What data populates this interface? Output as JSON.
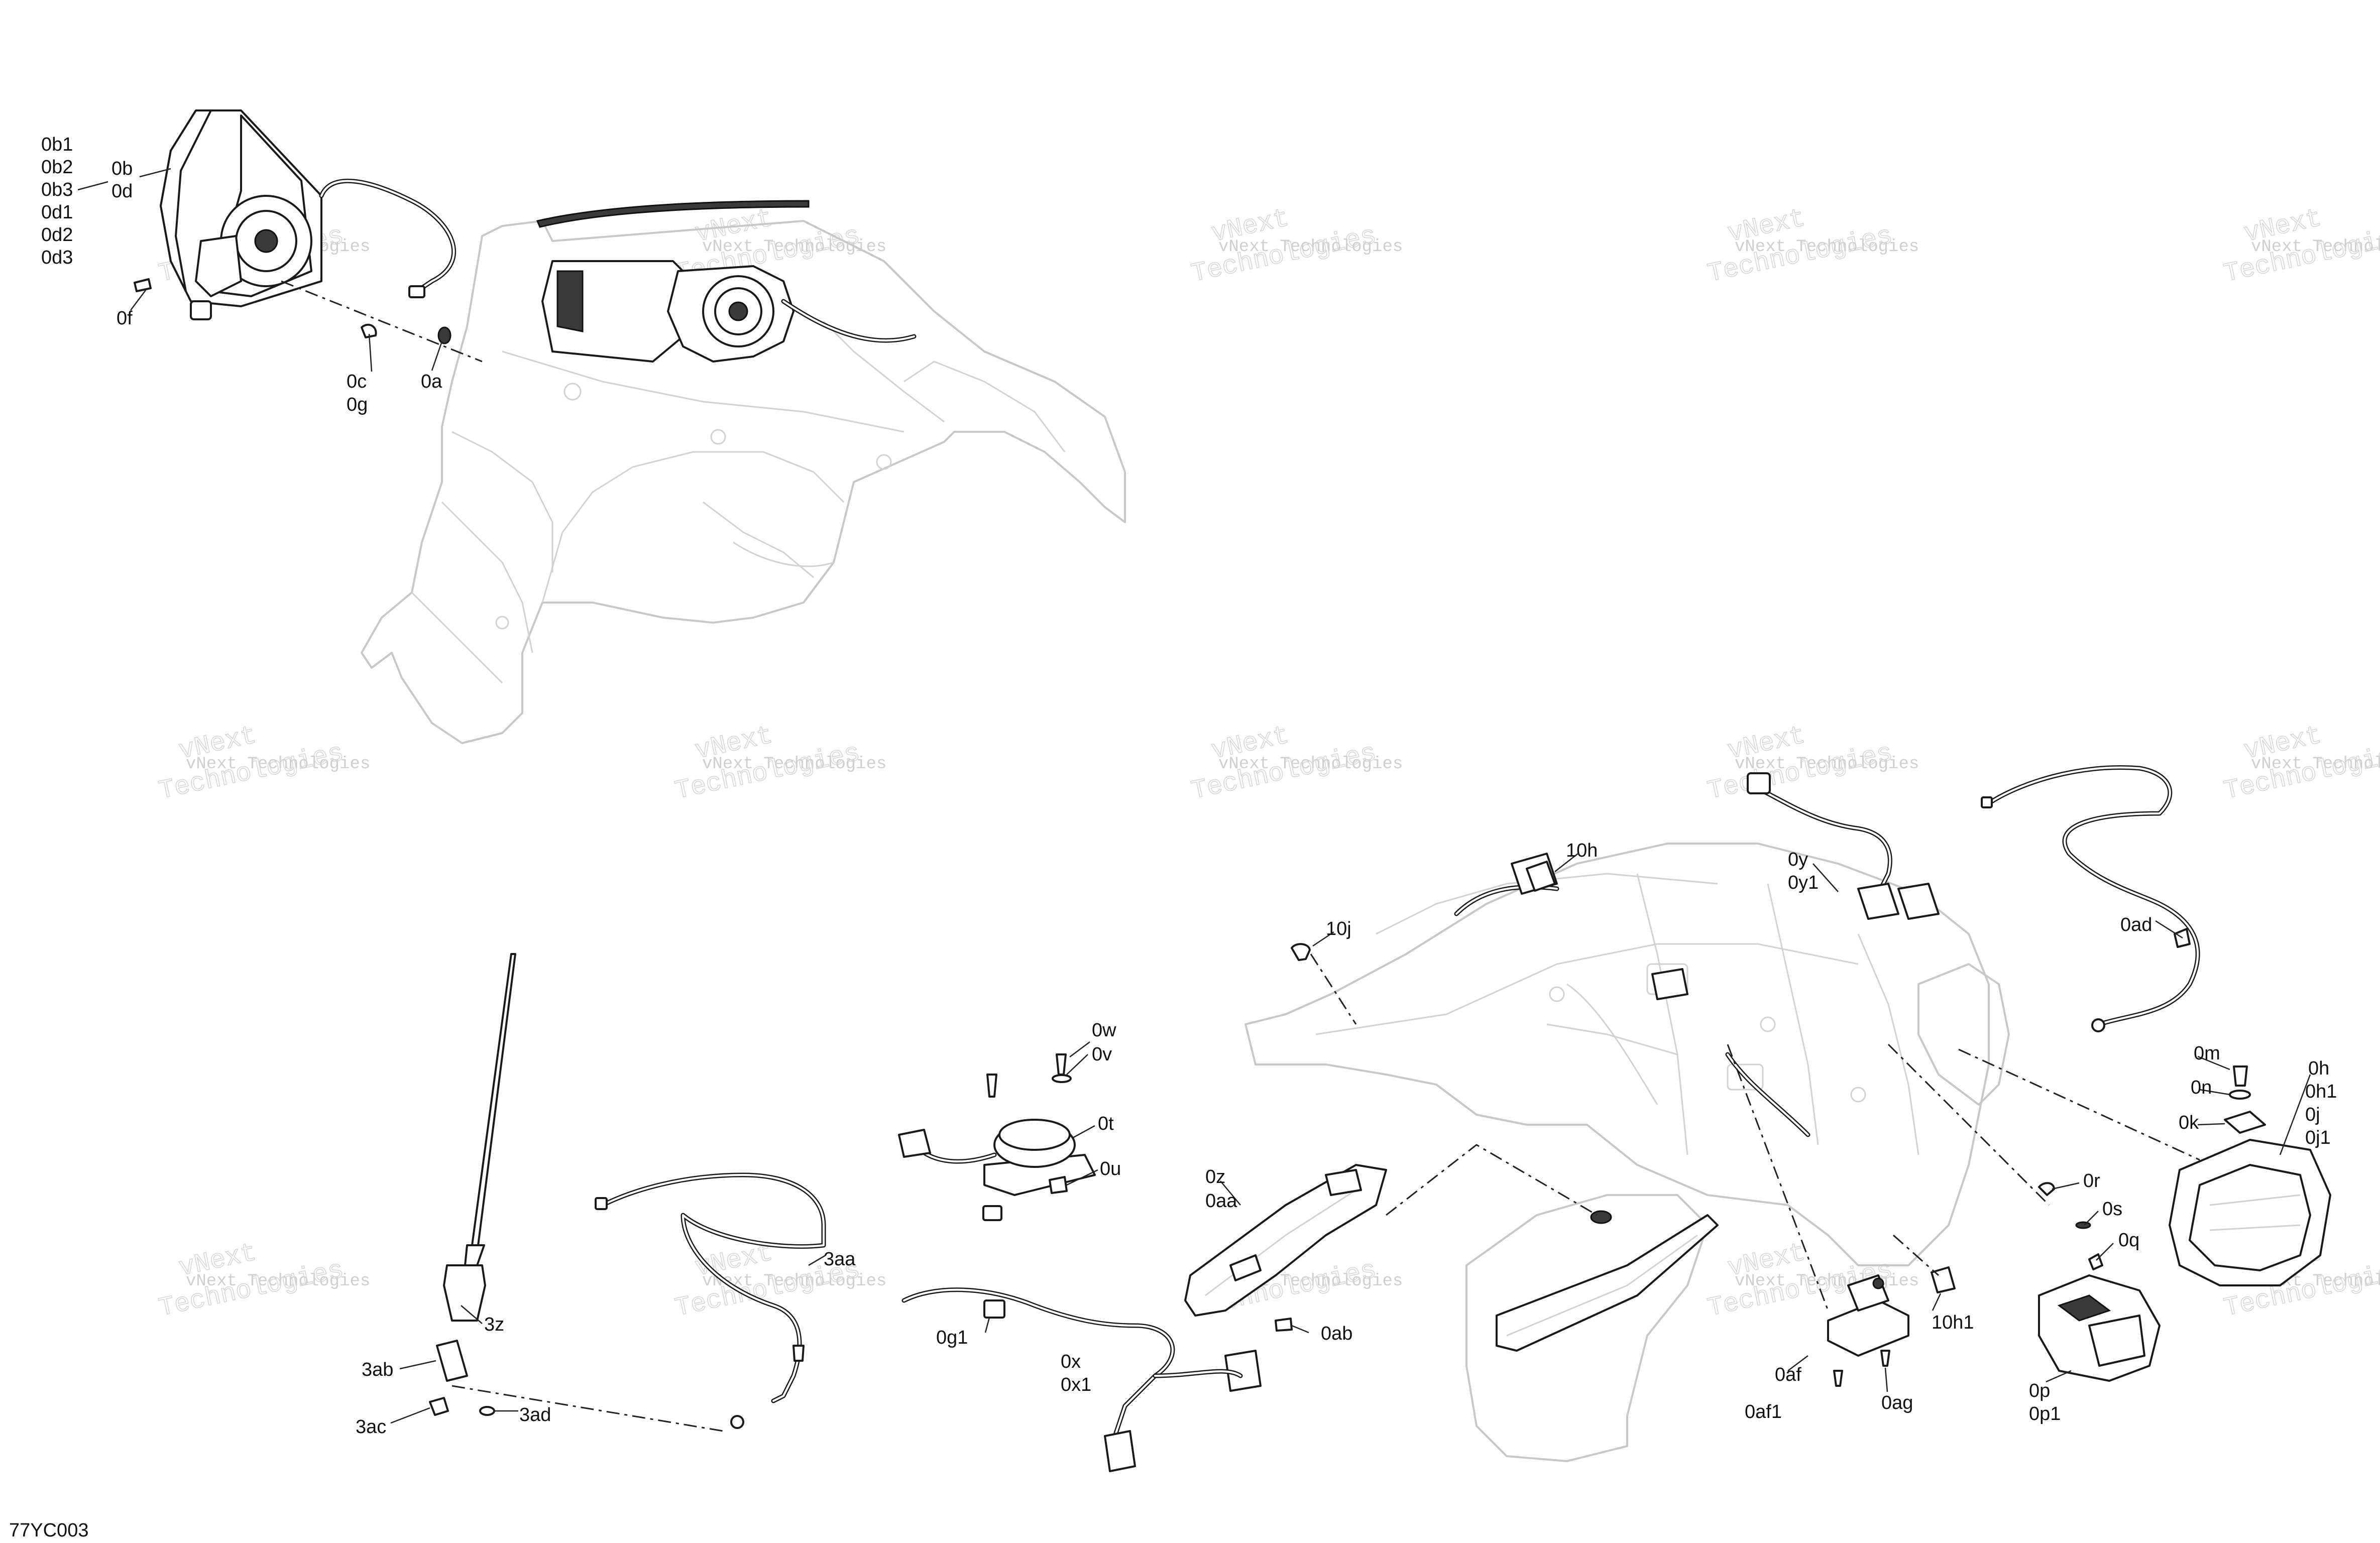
{
  "figure_code": "77YC003",
  "watermark": {
    "line1": "vNext Technologies",
    "line2a": "vNext",
    "line2b": "Technologies"
  },
  "callouts": {
    "c_0b1": "0b1",
    "c_0b2": "0b2",
    "c_0b3": "0b3",
    "c_0d1": "0d1",
    "c_0d2": "0d2",
    "c_0d3": "0d3",
    "c_0b": "0b",
    "c_0d": "0d",
    "c_0f": "0f",
    "c_0c": "0c",
    "c_0g": "0g",
    "c_0a": "0a",
    "c_10h": "10h",
    "c_10j": "10j",
    "c_0y": "0y",
    "c_0y1": "0y1",
    "c_0ad": "0ad",
    "c_0w": "0w",
    "c_0v": "0v",
    "c_0t": "0t",
    "c_0u": "0u",
    "c_0z": "0z",
    "c_0aa": "0aa",
    "c_0ab": "0ab",
    "c_3aa": "3aa",
    "c_3z": "3z",
    "c_3ab": "3ab",
    "c_3ac": "3ac",
    "c_3ad": "3ad",
    "c_0g1": "0g1",
    "c_0x": "0x",
    "c_0x1": "0x1",
    "c_0m": "0m",
    "c_0n": "0n",
    "c_0k": "0k",
    "c_0h": "0h",
    "c_0h1": "0h1",
    "c_0j": "0j",
    "c_0j1": "0j1",
    "c_0r": "0r",
    "c_0s": "0s",
    "c_0q": "0q",
    "c_0p": "0p",
    "c_0p1": "0p1",
    "c_0af": "0af",
    "c_0af1": "0af1",
    "c_0ag": "0ag",
    "c_10h1": "10h1"
  }
}
